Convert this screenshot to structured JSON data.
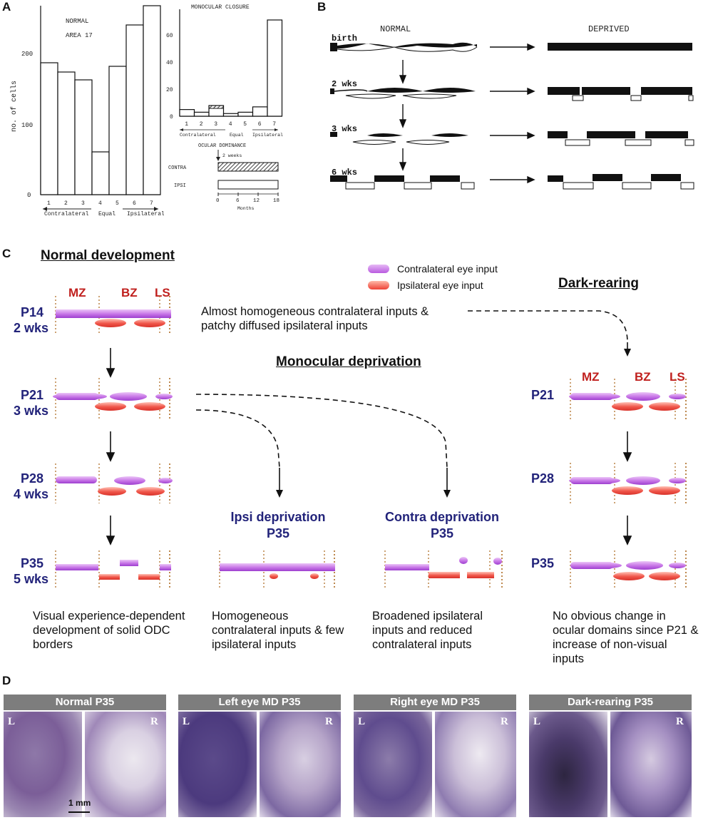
{
  "panel_letters": {
    "a": "A",
    "b": "B",
    "c": "C",
    "d": "D"
  },
  "panel_a": {
    "left_chart": {
      "title_lines": [
        "NORMAL",
        "AREA 17"
      ],
      "ylabel": "no. of cells",
      "yticks": [
        "0",
        "100",
        "200"
      ],
      "xticks": [
        "1",
        "2",
        "3",
        "4",
        "5",
        "6",
        "7"
      ],
      "bottom_labels": {
        "contra": "Contralateral",
        "equal": "Equal",
        "ipsi": "Ipsilateral"
      }
    },
    "right_chart": {
      "title": "MONOCULAR CLOSURE",
      "yticks": [
        "0",
        "20",
        "40",
        "60"
      ],
      "xticks": [
        "1",
        "2",
        "3",
        "4",
        "5",
        "6",
        "7"
      ],
      "bottom_labels": {
        "contra": "Contralateral",
        "equal": "Equal",
        "ipsi": "Ipsilateral"
      },
      "ocular_dominance": "OCULAR DOMINANCE",
      "two_weeks": "2 weeks",
      "contra": "CONTRA",
      "ipsi": "IPSI",
      "months_ticks": [
        "0",
        "6",
        "12",
        "18"
      ],
      "months_label": "Months"
    }
  },
  "chart_data": [
    {
      "type": "bar",
      "title": "NORMAL AREA 17",
      "ylabel": "no. of cells",
      "categories": [
        "1",
        "2",
        "3",
        "4",
        "5",
        "6",
        "7"
      ],
      "values": [
        185,
        172,
        161,
        60,
        180,
        238,
        265
      ],
      "ylim": [
        0,
        265
      ]
    },
    {
      "type": "bar",
      "title": "MONOCULAR CLOSURE",
      "categories": [
        "1",
        "2",
        "3",
        "4",
        "5",
        "6",
        "7"
      ],
      "values": [
        5,
        3,
        8,
        2,
        3,
        7,
        72
      ],
      "ylim": [
        0,
        80
      ]
    }
  ],
  "panel_b": {
    "normal": "NORMAL",
    "deprived": "DEPRIVED",
    "ages": [
      "birth",
      "2 wks",
      "3 wks",
      "6 wks"
    ]
  },
  "panel_c": {
    "normal_dev": "Normal development",
    "mono_dep": "Monocular deprivation",
    "dark_rearing": "Dark-rearing",
    "legend": {
      "contra": "Contralateral eye input",
      "ipsi": "Ipsilateral eye input"
    },
    "zones": {
      "mz": "MZ",
      "bz": "BZ",
      "ls": "LS"
    },
    "ages": {
      "p14": "P14",
      "wk2": "2 wks",
      "p21": "P21",
      "wk3": "3 wks",
      "p28": "P28",
      "wk4": "4 wks",
      "p35": "P35",
      "wk5": "5 wks"
    },
    "p14_desc": "Almost homogeneous contralateral inputs & patchy diffused ipsilateral inputs",
    "ipsi_dep_title": "Ipsi deprivation",
    "contra_dep_title": "Contra deprivation",
    "dep_age": "P35",
    "descs": {
      "normal": "Visual experience-dependent development of solid ODC borders",
      "ipsi": "Homogeneous contralateral inputs & few ipsilateral inputs",
      "contra": "Broadened ipsilateral inputs and reduced contralateral inputs",
      "dark": "No obvious change in ocular domains since P21 & increase of non-visual inputs"
    },
    "colors": {
      "contra": "#c673e6",
      "ipsi": "#f0564a",
      "navy": "#22237a",
      "zone_red": "#c0201e"
    }
  },
  "panel_d": {
    "captions": [
      "Normal P35",
      "Left eye MD P35",
      "Right eye MD P35",
      "Dark-rearing P35"
    ],
    "left": "L",
    "right": "R",
    "scale": "1 mm"
  }
}
